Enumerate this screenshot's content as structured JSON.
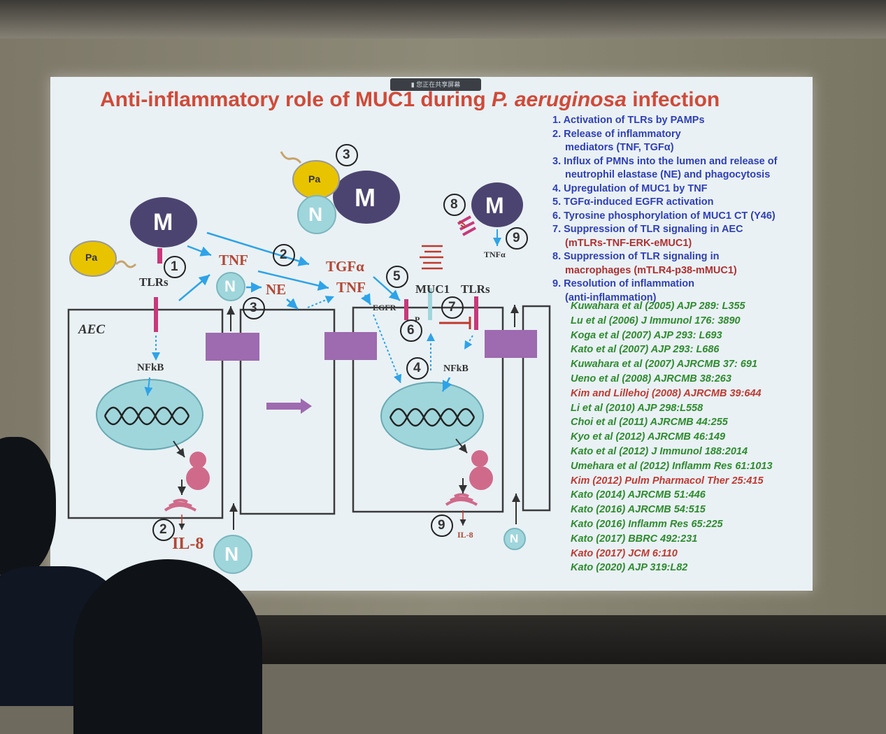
{
  "slide": {
    "title_part1": "Anti-inflammatory role of MUC1 during ",
    "title_italic": "P. aeruginosa",
    "title_part2": " infection",
    "share_indicator": "您正在共享屏幕"
  },
  "steps": [
    {
      "text": "1. Activation of TLRs by PAMPs"
    },
    {
      "text": "2. Release of inflammatory"
    },
    {
      "text": "    mediators (TNF, TGFα)"
    },
    {
      "text": "3. Influx of PMNs into the lumen and release of"
    },
    {
      "text": "    neutrophil elastase (NE) and phagocytosis"
    },
    {
      "text": "4. Upregulation of MUC1 by TNF"
    },
    {
      "text": "5. TGFα-induced EGFR activation"
    },
    {
      "text": "6. Tyrosine phosphorylation of MUC1 CT (Y46)"
    },
    {
      "text": "7. Suppression of TLR signaling in AEC"
    },
    {
      "text": "    (mTLRs-TNF-ERK-eMUC1)"
    },
    {
      "text": "8. Suppression of TLR signaling in"
    },
    {
      "text": "    macrophages (mTLR4-p38-mMUC1)"
    },
    {
      "text": "9. Resolution of inflammation"
    },
    {
      "text": "    (anti-inflammation)"
    }
  ],
  "references": [
    {
      "text": "Kuwahara et al (2005) AJP 289: L355",
      "color": "#2e8b2e"
    },
    {
      "text": "Lu et al (2006) J Immunol 176: 3890",
      "color": "#2e8b2e"
    },
    {
      "text": "Koga et al (2007) AJP 293: L693",
      "color": "#2e8b2e"
    },
    {
      "text": "Kato et al (2007) AJP 293: L686",
      "color": "#2e8b2e"
    },
    {
      "text": "Kuwahara et al (2007) AJRCMB 37: 691",
      "color": "#2e8b2e"
    },
    {
      "text": "Ueno et al (2008) AJRCMB 38:263",
      "color": "#2e8b2e"
    },
    {
      "text": "Kim and Lillehoj (2008) AJRCMB 39:644",
      "color": "#c03a32"
    },
    {
      "text": "Li et al (2010) AJP 298:L558",
      "color": "#2e8b2e"
    },
    {
      "text": "Choi et al (2011) AJRCMB  44:255",
      "color": "#2e8b2e"
    },
    {
      "text": "Kyo et al (2012) AJRCMB  46:149",
      "color": "#2e8b2e"
    },
    {
      "text": "Kato et al (2012) J Immunol 188:2014",
      "color": "#2e8b2e"
    },
    {
      "text": "Umehara et al (2012) Inflamm Res 61:1013",
      "color": "#2e8b2e"
    },
    {
      "text": "Kim (2012) Pulm Pharmacol Ther 25:415",
      "color": "#c03a32"
    },
    {
      "text": "Kato (2014) AJRCMB  51:446",
      "color": "#2e8b2e"
    },
    {
      "text": "Kato (2016) AJRCMB  54:515",
      "color": "#2e8b2e"
    },
    {
      "text": "Kato (2016) Inflamm Res 65:225",
      "color": "#2e8b2e"
    },
    {
      "text": "Kato (2017) BBRC 492:231",
      "color": "#2e8b2e"
    },
    {
      "text": "Kato (2017) JCM 6:110",
      "color": "#c03a32"
    },
    {
      "text": "Kato (2020) AJP 319:L82",
      "color": "#2e8b2e"
    }
  ],
  "diagram": {
    "pa": "Pa",
    "m": "M",
    "n": "N",
    "tlrs": "TLRs",
    "tnf": "TNF",
    "tgfa": "TGFα",
    "ne": "NE",
    "aec": "AEC",
    "nfkb": "NFkB",
    "il8": "IL-8",
    "egfr": "EGFR",
    "muc1": "MUC1",
    "p": "P",
    "tnfa_small": "TNFα",
    "n1": "1",
    "n2": "2",
    "n3": "3",
    "n4": "4",
    "n5": "5",
    "n6": "6",
    "n7": "7",
    "n8": "8",
    "n9": "9"
  },
  "colors": {
    "title": "#d04a38",
    "steps": "#2f3fb5",
    "ref_green": "#2e8b2e",
    "ref_red": "#c03a32",
    "macrophage": "#4c4470",
    "pa": "#e8c400",
    "nucleus": "#9fd6dc",
    "membrane_channel": "#9e6ab0",
    "arrow": "#2ea3e8"
  }
}
